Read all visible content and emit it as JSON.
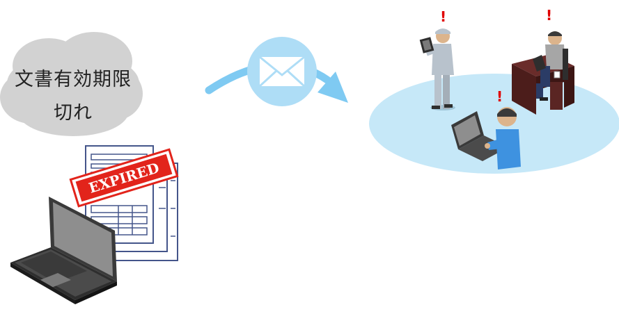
{
  "notice": {
    "title_line1": "文書有効期限",
    "title_line2": "切れ"
  },
  "document": {
    "stamp_text": "EXPIRED"
  },
  "alerts": {
    "mark": "!"
  },
  "colors": {
    "cloud": "#d2d2d2",
    "arrow": "#7fcaf2",
    "envelope_circle": "#aeddf6",
    "ellipse": "#c6e8f8",
    "stamp_red": "#e2241b",
    "alert_red": "#e00000",
    "shirt_blue": "#3e92e0",
    "laptop_dark": "#3a3a3a"
  },
  "icons": {
    "envelope": "envelope-icon",
    "laptop": "laptop-icon",
    "document": "document-icon"
  }
}
